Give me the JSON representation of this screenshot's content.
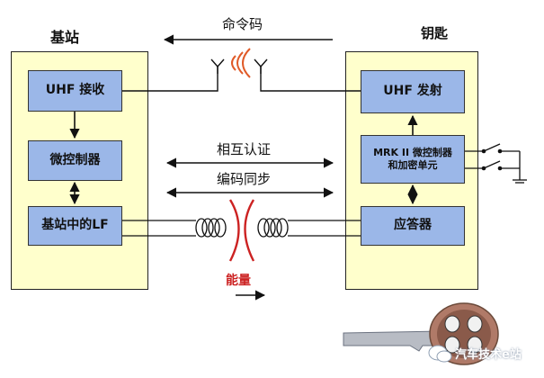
{
  "base_station": {
    "title": "基站",
    "blocks": {
      "uhf_receive": "UHF 接收",
      "microcontroller": "微控制器",
      "lf": "基站中的LF"
    }
  },
  "key": {
    "title": "钥匙",
    "blocks": {
      "uhf_transmit": "UHF 发射",
      "mrk_line1": "MRK II 微控制器",
      "mrk_line2": "和加密单元",
      "transponder": "应答器"
    }
  },
  "links": {
    "command_code": "命令码",
    "mutual_auth": "相互认证",
    "code_sync": "编码同步",
    "energy": "能量"
  },
  "watermark": "汽车技术e站",
  "colors": {
    "panel_bg": "#ffffcc",
    "block_bg": "#9bb7e8",
    "signal_red": "#e05a28",
    "energy_red": "#cc2222"
  },
  "icons": [
    "antenna-icon",
    "radio-wave-icon",
    "coil-icon",
    "switch-icon",
    "key-fob-icon",
    "wechat-icon"
  ]
}
